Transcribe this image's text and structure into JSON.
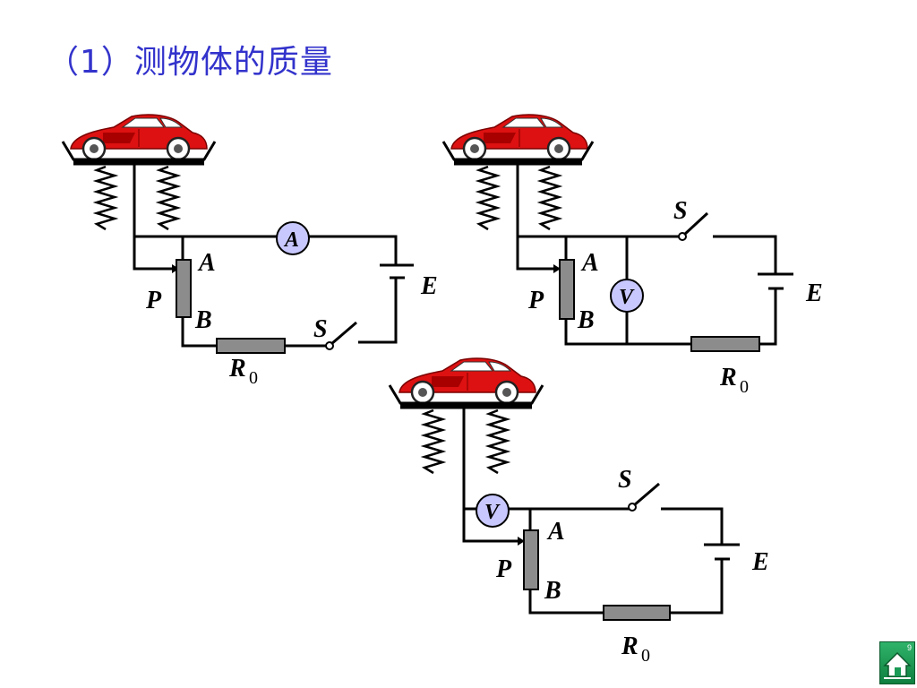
{
  "slide": {
    "title": "（1）测物体的质量"
  },
  "labels": {
    "ammeter": "A",
    "voltmeter": "V",
    "switch": "S",
    "battery": "E",
    "slider": "P",
    "end_a": "A",
    "end_b": "B",
    "resistor": "R",
    "resistor_sub": "0"
  },
  "nav": {
    "page_number": "9"
  },
  "colors": {
    "title": "#3333cc",
    "meter_fill": "#c8c8ff",
    "car_body": "#dd1111",
    "resistor_fill": "#8c8c8c",
    "home_button": "#1a9a55"
  },
  "icons": {
    "home_button": "home-icon",
    "vehicle": "car-icon"
  }
}
